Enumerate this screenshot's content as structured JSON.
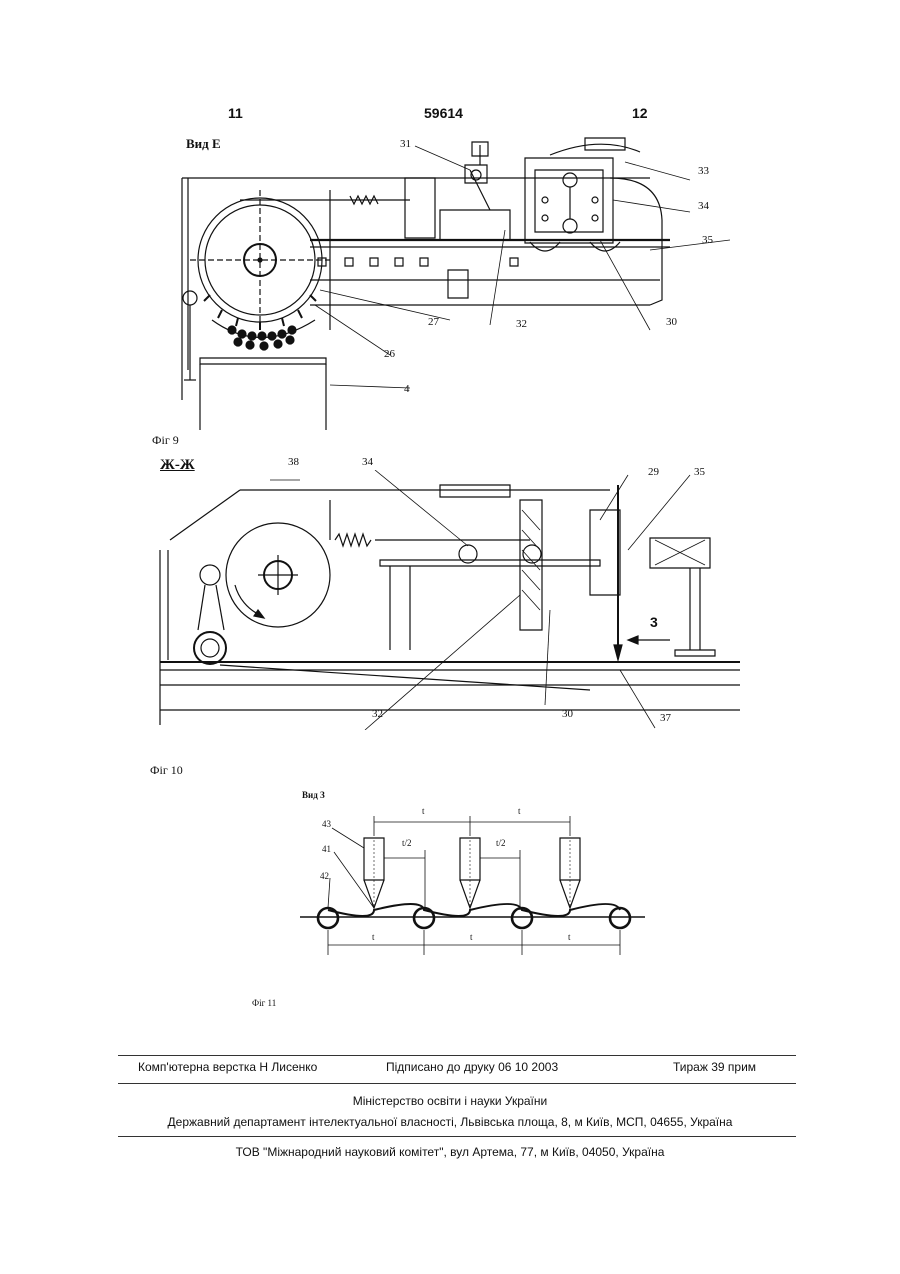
{
  "header": {
    "left_page": "11",
    "patent_number": "59614",
    "right_page": "12"
  },
  "fig9": {
    "view_title": "Вид Е",
    "caption": "Фіг 9",
    "labels": [
      "31",
      "33",
      "34",
      "35",
      "27",
      "32",
      "30",
      "26",
      "4"
    ]
  },
  "fig10": {
    "section_title": "Ж-Ж",
    "caption": "Фіг 10",
    "labels": [
      "38",
      "34",
      "29",
      "35",
      "3",
      "32",
      "30",
      "37"
    ]
  },
  "fig11": {
    "view_title": "Вид З",
    "caption": "Фіг 11",
    "labels": [
      "43",
      "41",
      "42"
    ],
    "dimensions": [
      "t",
      "t",
      "t/2",
      "t/2",
      "t",
      "t",
      "t"
    ]
  },
  "footer": {
    "layout_credit": "Комп'ютерна верстка Н  Лисенко",
    "signed": "Підписано до друку 06 10 2003",
    "circulation": "Тираж 39 прим",
    "ministry": "Міністерство освіти і науки України",
    "department": "Державний департамент інтелектуальної власності, Львівська площа, 8, м  Київ, МСП, 04655, Україна",
    "publisher": "ТОВ \"Міжнародний науковий комітет\", вул  Артема, 77, м  Київ, 04050, Україна"
  }
}
